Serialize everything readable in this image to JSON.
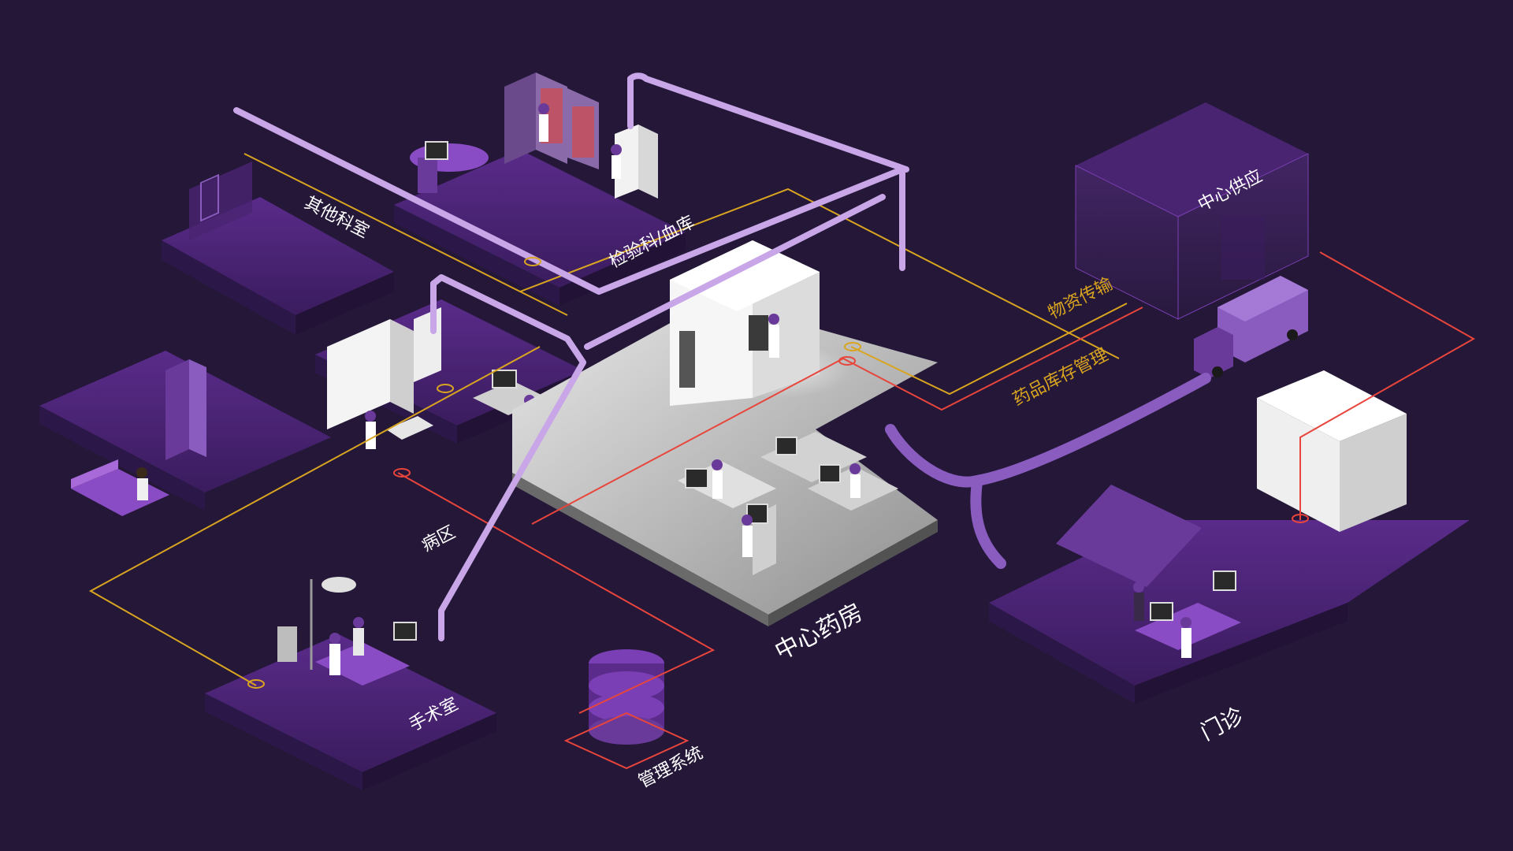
{
  "zones": {
    "other_departments": "其他科室",
    "lab_blood_bank": "检验科/血库",
    "ward": "病区",
    "operating_room": "手术室",
    "central_pharmacy": "中心药房",
    "central_supply": "中心供应",
    "outpatient": "门诊",
    "management_system": "管理系统"
  },
  "flows": {
    "material_transport": "物资传输",
    "drug_inventory": "药品库存管理"
  },
  "colors": {
    "background": "#241738",
    "platform_top": "#3a1f5e",
    "platform_side": "#2c1848",
    "pharmacy_floor": "#c9c9c9",
    "pipe": "#c9a6e8",
    "material_line": "#d9a520",
    "drug_line": "#e8453c",
    "accent_purple": "#7a3fb5"
  }
}
